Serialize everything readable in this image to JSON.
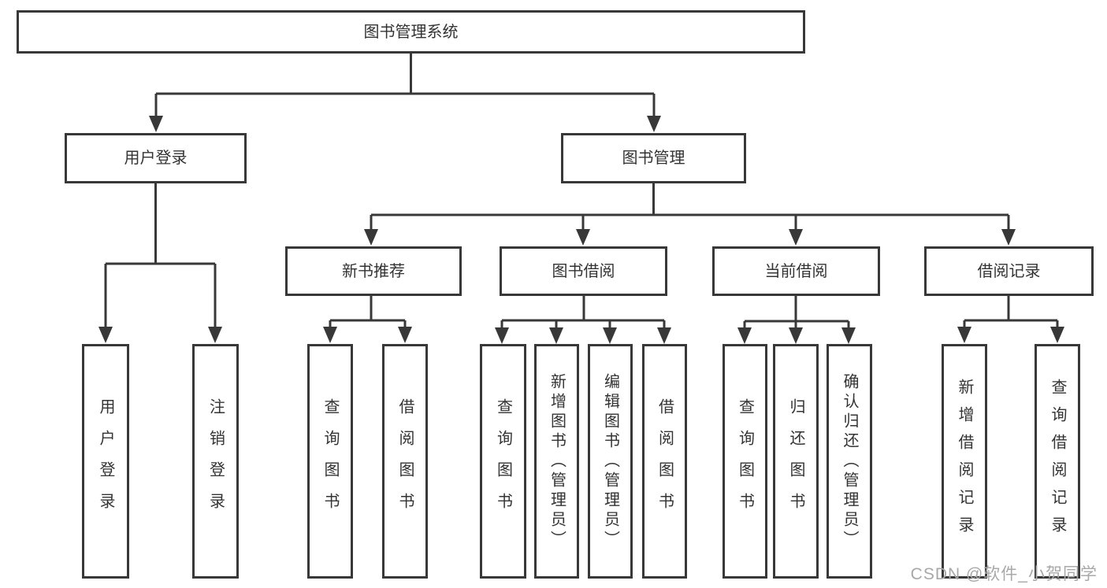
{
  "diagram": {
    "root": {
      "label": "图书管理系统"
    },
    "level2": [
      {
        "label": "用户登录"
      },
      {
        "label": "图书管理"
      }
    ],
    "level3": [
      {
        "label": "新书推荐",
        "parent": "图书管理"
      },
      {
        "label": "图书借阅",
        "parent": "图书管理"
      },
      {
        "label": "当前借阅",
        "parent": "图书管理"
      },
      {
        "label": "借阅记录",
        "parent": "图书管理"
      }
    ],
    "leaves": [
      {
        "label": "用户登录",
        "parent": "用户登录"
      },
      {
        "label": "注销登录",
        "parent": "用户登录"
      },
      {
        "label": "查询图书",
        "parent": "新书推荐"
      },
      {
        "label": "借阅图书",
        "parent": "新书推荐"
      },
      {
        "label": "查询图书",
        "parent": "图书借阅"
      },
      {
        "label": "新增图书（管理员）",
        "parent": "图书借阅"
      },
      {
        "label": "编辑图书（管理员）",
        "parent": "图书借阅"
      },
      {
        "label": "借阅图书",
        "parent": "图书借阅"
      },
      {
        "label": "查询图书",
        "parent": "当前借阅"
      },
      {
        "label": "归还图书",
        "parent": "当前借阅"
      },
      {
        "label": "确认归还（管理员）",
        "parent": "当前借阅"
      },
      {
        "label": "新增借阅记录",
        "parent": "借阅记录"
      },
      {
        "label": "查询借阅记录",
        "parent": "借阅记录"
      }
    ]
  },
  "colors": {
    "line": "#383838",
    "text": "#333333",
    "background": "#ffffff",
    "watermark": "#a8a8a8"
  },
  "watermark": {
    "text": "CSDN @软件_小贺同学"
  }
}
